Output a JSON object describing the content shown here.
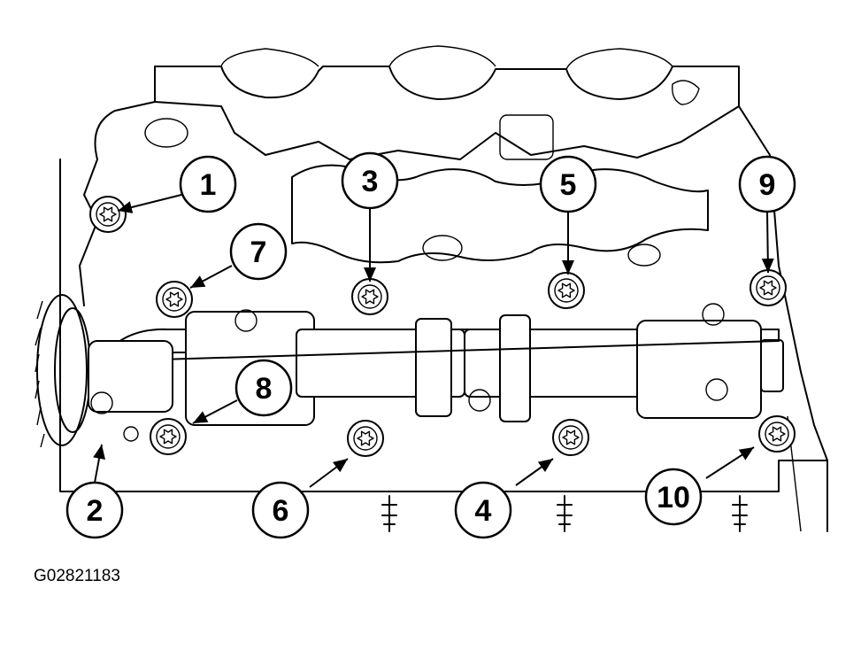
{
  "figure_code": "G02821183",
  "callouts": [
    {
      "label": "1"
    },
    {
      "label": "2"
    },
    {
      "label": "3"
    },
    {
      "label": "4"
    },
    {
      "label": "5"
    },
    {
      "label": "6"
    },
    {
      "label": "7"
    },
    {
      "label": "8"
    },
    {
      "label": "9"
    },
    {
      "label": "10"
    }
  ],
  "bolt_icon": "torx-bolt-icon",
  "colors": {
    "ink": "#000000",
    "paper": "#ffffff"
  }
}
